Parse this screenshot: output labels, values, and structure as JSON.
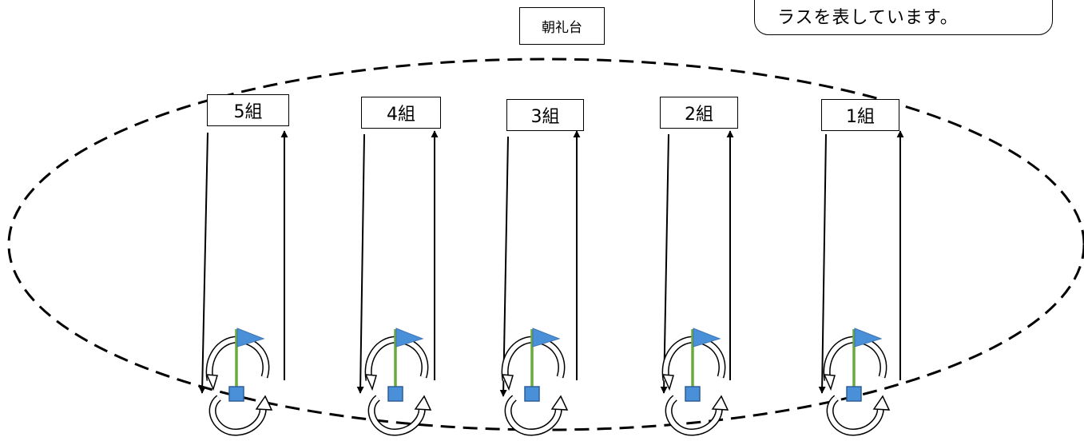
{
  "stage_label": "朝礼台",
  "note": {
    "visible_text": "ラスを表しています。"
  },
  "lanes": [
    {
      "label": "5組"
    },
    {
      "label": "4組"
    },
    {
      "label": "3組"
    },
    {
      "label": "2組"
    },
    {
      "label": "1組"
    }
  ],
  "colors": {
    "line": "#000000",
    "flag": "#4a90d9",
    "pole": "#6aaa3a",
    "marker": "#4a90d9"
  }
}
